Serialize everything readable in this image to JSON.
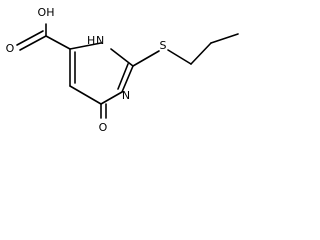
{
  "labels": {
    "carboxyl": "OH",
    "carboxyl_o": "O",
    "nh": "H",
    "n_top": "N",
    "n_bottom": "N",
    "s": "S",
    "oxo": "O"
  }
}
